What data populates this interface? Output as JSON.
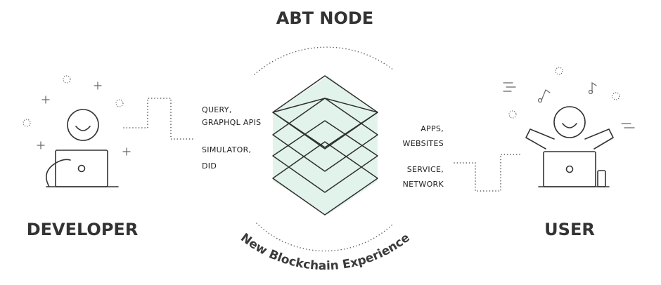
{
  "center": {
    "title": "ABT NODE",
    "arc_text": "New Blockchain Experience"
  },
  "left": {
    "title": "DEVELOPER",
    "labels": [
      [
        "QUERY,",
        "GRAPHQL APIS"
      ],
      [
        "SIMULATOR,",
        "DID"
      ]
    ]
  },
  "right": {
    "title": "USER",
    "labels": [
      [
        "APPS,",
        "WEBSITES"
      ],
      [
        "SERVICE,",
        "NETWORK"
      ]
    ]
  },
  "colors": {
    "layer_fill": "#e2f3ec",
    "developer_screen": "#d6e6f7",
    "user_screen": "#f8f0c4",
    "ink": "#333333"
  }
}
